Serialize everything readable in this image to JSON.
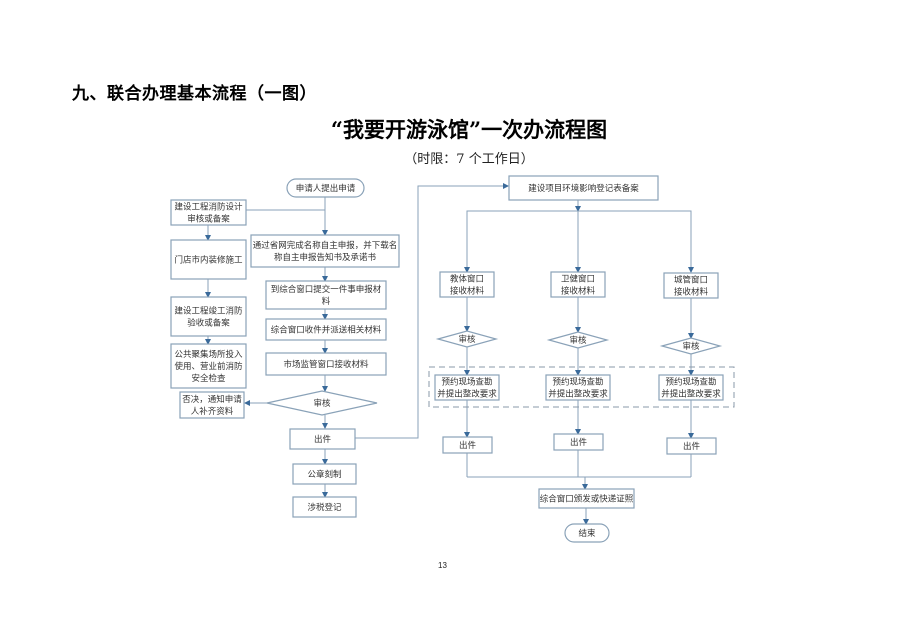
{
  "heading": "九、联合办理基本流程（一图）",
  "title": "“我要开游泳馆”一次办流程图",
  "subtitle": "（时限：7 个工作日）",
  "page_number": "13",
  "colors": {
    "box_border": "#8aa2b8",
    "line": "#8aa2b8",
    "arrow": "#3a6a9a",
    "text": "#333333",
    "dashed_group": "#8a98a8"
  },
  "left_column": {
    "start": "申请人提出申请",
    "fire_design": [
      "建设工程消防设计",
      "审核或备案"
    ],
    "renovation": [
      "门店市内装修施工"
    ],
    "fire_acceptance": [
      "建设工程竣工消防",
      "验收或备案"
    ],
    "public_safety": [
      "公共聚集场所投入",
      "使用、营业前消防",
      "安全检查"
    ]
  },
  "main_column": {
    "online_declare": [
      "通过省网完成名称自主申报，并下载名",
      "称自主申报告知书及承诺书"
    ],
    "submit_materials": [
      "到综合窗口提交一件事申报材",
      "料"
    ],
    "dispatch": [
      "综合窗口收件并派送相关材料"
    ],
    "market_receive": [
      "市场监管窗口接收材料"
    ],
    "review": "审核",
    "reject": [
      "否决，通知申请",
      "人补齐资料"
    ],
    "issue": "出件",
    "seal": "公章刻制",
    "tax": "涉税登记"
  },
  "right_section": {
    "env_filing": "建设项目环境影响登记表备案",
    "branches": [
      {
        "window": [
          "教体窗口",
          "接收材料"
        ],
        "review": "审核",
        "inspect": [
          "预约现场查勘",
          "并提出整改要求"
        ],
        "issue": "出件"
      },
      {
        "window": [
          "卫健窗口",
          "接收材料"
        ],
        "review": "审核",
        "inspect": [
          "预约现场查勘",
          "并提出整改要求"
        ],
        "issue": "出件"
      },
      {
        "window": [
          "城管窗口",
          "接收材料"
        ],
        "review": "审核",
        "inspect": [
          "预约现场查勘",
          "并提出整改要求"
        ],
        "issue": "出件"
      }
    ],
    "deliver": "综合窗口颁发或快递证照",
    "end": "结束"
  }
}
